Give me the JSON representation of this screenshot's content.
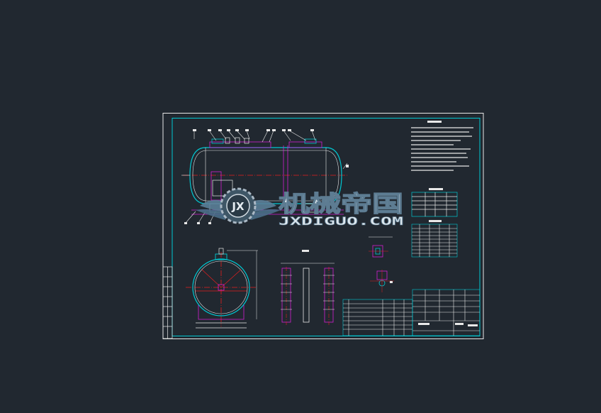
{
  "app": {
    "theme_colors": {
      "background": "#212830",
      "border": "#e8e8e8",
      "cyan": "#00c8d2",
      "magenta": "#d21ed2",
      "red": "#e61e1e",
      "white": "#e8e8e8",
      "yellow": "#e6d21e"
    }
  },
  "watermark": {
    "brand": "机械帝国",
    "domain": "JXDIGUO.COM",
    "emblem": "JX",
    "icon": "gear-wings-logo-icon"
  }
}
